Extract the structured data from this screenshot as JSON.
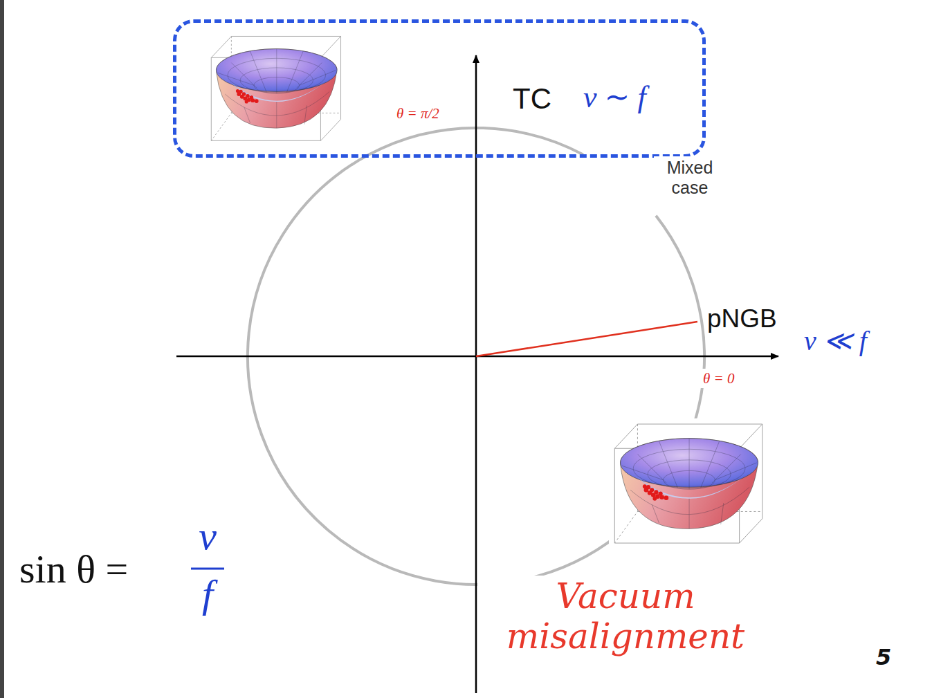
{
  "diagram": {
    "nodes": [
      {
        "text": [
          "θ = π/2",
          "TC",
          "v ∼ f"
        ]
      }
    ],
    "labels": [
      "Mixed case",
      "pNGB",
      "v ≪ f",
      "θ = 0",
      "sin θ =",
      "v",
      "f",
      "Vacuum misalignment",
      "5"
    ]
  }
}
